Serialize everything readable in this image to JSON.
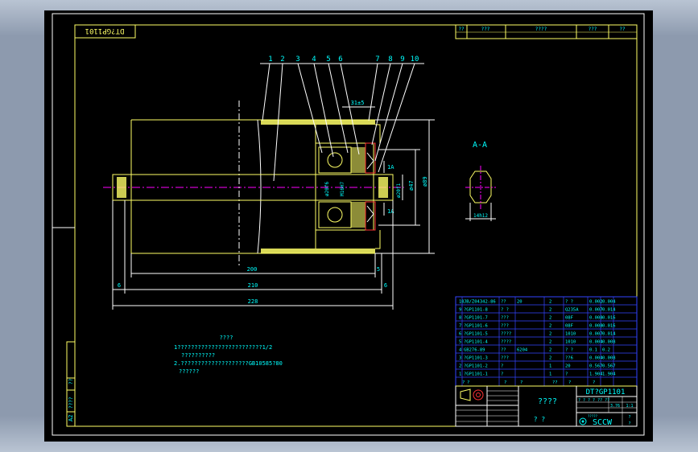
{
  "drawing": {
    "title_stamp": "DT?GP1101",
    "drawing_no": "DT?GP1101",
    "section_label": "A-A",
    "section_marks": [
      "1A",
      "1A"
    ],
    "balloon_numbers": [
      "1",
      "2",
      "3",
      "4",
      "5",
      "6",
      "7",
      "8",
      "9",
      "10"
    ],
    "dimensions": {
      "d1": "31±5",
      "d2": "ø89",
      "d3": "ø47",
      "d4": "ø20f1",
      "d5": "ø20f6",
      "d6": "M16H7",
      "d7": "200",
      "d8": "210",
      "d9": "228",
      "d10": "6",
      "d11": "6",
      "d12": "5",
      "d13": "14h12"
    },
    "notes": {
      "heading": "????",
      "line1": "1?????????????????????????1/2",
      "line2": "??????????",
      "line3": "2.????????????????????GB10585?80",
      "line4": "??????"
    },
    "top_header": [
      "??",
      "???",
      "????",
      "???",
      "??"
    ],
    "side_labels": [
      "??",
      "A2",
      "????"
    ],
    "bom_rows": [
      [
        "10",
        "JB/Z04342-86",
        "??",
        "20",
        "2",
        "? ?",
        "0.002",
        "0.004"
      ],
      [
        "9",
        "?GP1101-8",
        "? ?",
        "",
        "2",
        "Q235A",
        "0.007",
        "0.014"
      ],
      [
        "8",
        "?GP1101-7",
        "???",
        "",
        "2",
        "08F",
        "0.008",
        "0.016"
      ],
      [
        "7",
        "?GP1101-6",
        "???",
        "",
        "2",
        "08F",
        "0.008",
        "0.016"
      ],
      [
        "6",
        "?GP1101-5",
        "????",
        "",
        "2",
        "1010",
        "0.007",
        "0.014"
      ],
      [
        "5",
        "?GP1101-4",
        "????",
        "",
        "2",
        "1010",
        "0.004",
        "0.008"
      ],
      [
        "4",
        "GB276-89",
        "??",
        "6204",
        "2",
        "? ?",
        "0.1",
        "0.2"
      ],
      [
        "3",
        "?GP1101-3",
        "???",
        "",
        "2",
        "??6",
        "0.004",
        "0.008"
      ],
      [
        "2",
        "?GP1101-2",
        "?",
        "",
        "1",
        "20",
        "0.567",
        "0.567"
      ],
      [
        "1",
        "?GP1101-1",
        "?",
        "",
        "1",
        "?",
        "1.904",
        "1.904"
      ]
    ],
    "bom_footer": [
      "?",
      "?",
      "?",
      "?",
      "??",
      "?",
      "?"
    ],
    "title_block": {
      "name": "????",
      "name2": "? ?",
      "right_labels": "? ? ? ?   ?? ??",
      "scale": "1:1",
      "weight": "3.76",
      "company": "SCCW",
      "sheet1": "?",
      "sheet2": "?",
      "small_mark": "?????"
    }
  }
}
